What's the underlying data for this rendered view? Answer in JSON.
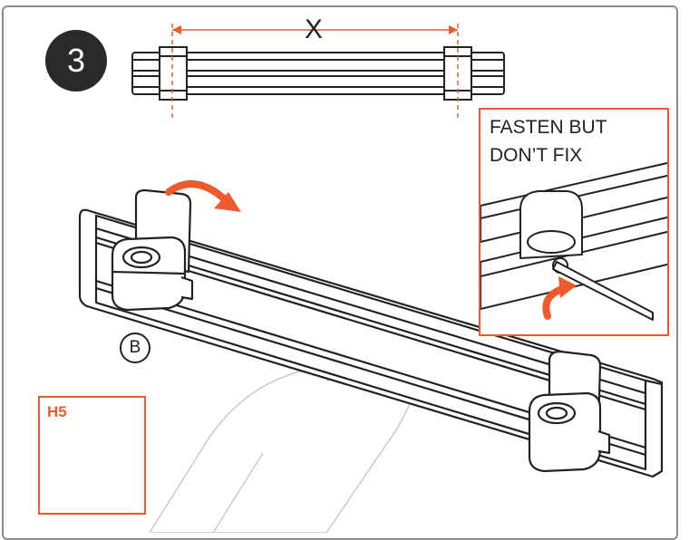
{
  "step": {
    "number": "3"
  },
  "dimension": {
    "label": "X"
  },
  "inset": {
    "text": "FASTEN BUT\nDON’T FIX"
  },
  "tool": {
    "label": "H5"
  },
  "part": {
    "label": "B"
  },
  "colors": {
    "accent": "#ee5a2c",
    "line": "#222222",
    "frame": "#8a8a8a"
  }
}
